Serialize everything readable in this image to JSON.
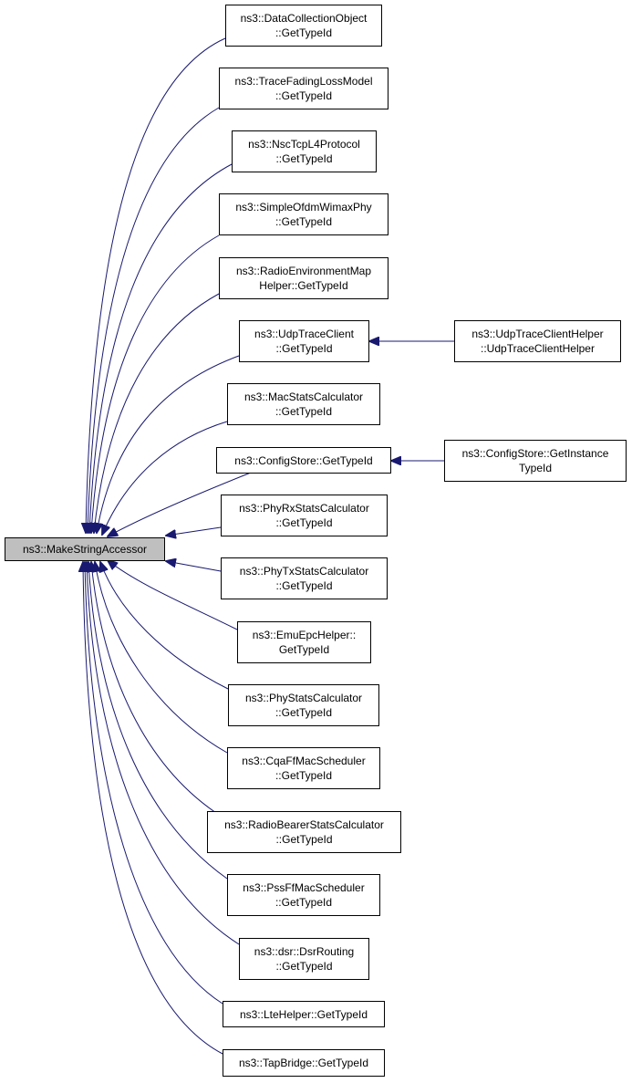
{
  "root": {
    "label": "ns3::MakeStringAccessor"
  },
  "callers": [
    {
      "line1": "ns3::DataCollectionObject",
      "line2": "::GetTypeId"
    },
    {
      "line1": "ns3::TraceFadingLossModel",
      "line2": "::GetTypeId"
    },
    {
      "line1": "ns3::NscTcpL4Protocol",
      "line2": "::GetTypeId"
    },
    {
      "line1": "ns3::SimpleOfdmWimaxPhy",
      "line2": "::GetTypeId"
    },
    {
      "line1": "ns3::RadioEnvironmentMap",
      "line2": "Helper::GetTypeId"
    },
    {
      "line1": "ns3::UdpTraceClient",
      "line2": "::GetTypeId"
    },
    {
      "line1": "ns3::MacStatsCalculator",
      "line2": "::GetTypeId"
    },
    {
      "line1": "ns3::ConfigStore::GetTypeId",
      "line2": ""
    },
    {
      "line1": "ns3::PhyRxStatsCalculator",
      "line2": "::GetTypeId"
    },
    {
      "line1": "ns3::PhyTxStatsCalculator",
      "line2": "::GetTypeId"
    },
    {
      "line1": "ns3::EmuEpcHelper::",
      "line2": "GetTypeId"
    },
    {
      "line1": "ns3::PhyStatsCalculator",
      "line2": "::GetTypeId"
    },
    {
      "line1": "ns3::CqaFfMacScheduler",
      "line2": "::GetTypeId"
    },
    {
      "line1": "ns3::RadioBearerStatsCalculator",
      "line2": "::GetTypeId"
    },
    {
      "line1": "ns3::PssFfMacScheduler",
      "line2": "::GetTypeId"
    },
    {
      "line1": "ns3::dsr::DsrRouting",
      "line2": "::GetTypeId"
    },
    {
      "line1": "ns3::LteHelper::GetTypeId",
      "line2": ""
    },
    {
      "line1": "ns3::TapBridge::GetTypeId",
      "line2": ""
    }
  ],
  "second_level": [
    {
      "line1": "ns3::UdpTraceClientHelper",
      "line2": "::UdpTraceClientHelper"
    },
    {
      "line1": "ns3::ConfigStore::GetInstance",
      "line2": "TypeId"
    }
  ],
  "colors": {
    "edge": "#191970",
    "root_fill": "#bfbfbf",
    "node_border": "#000000"
  }
}
